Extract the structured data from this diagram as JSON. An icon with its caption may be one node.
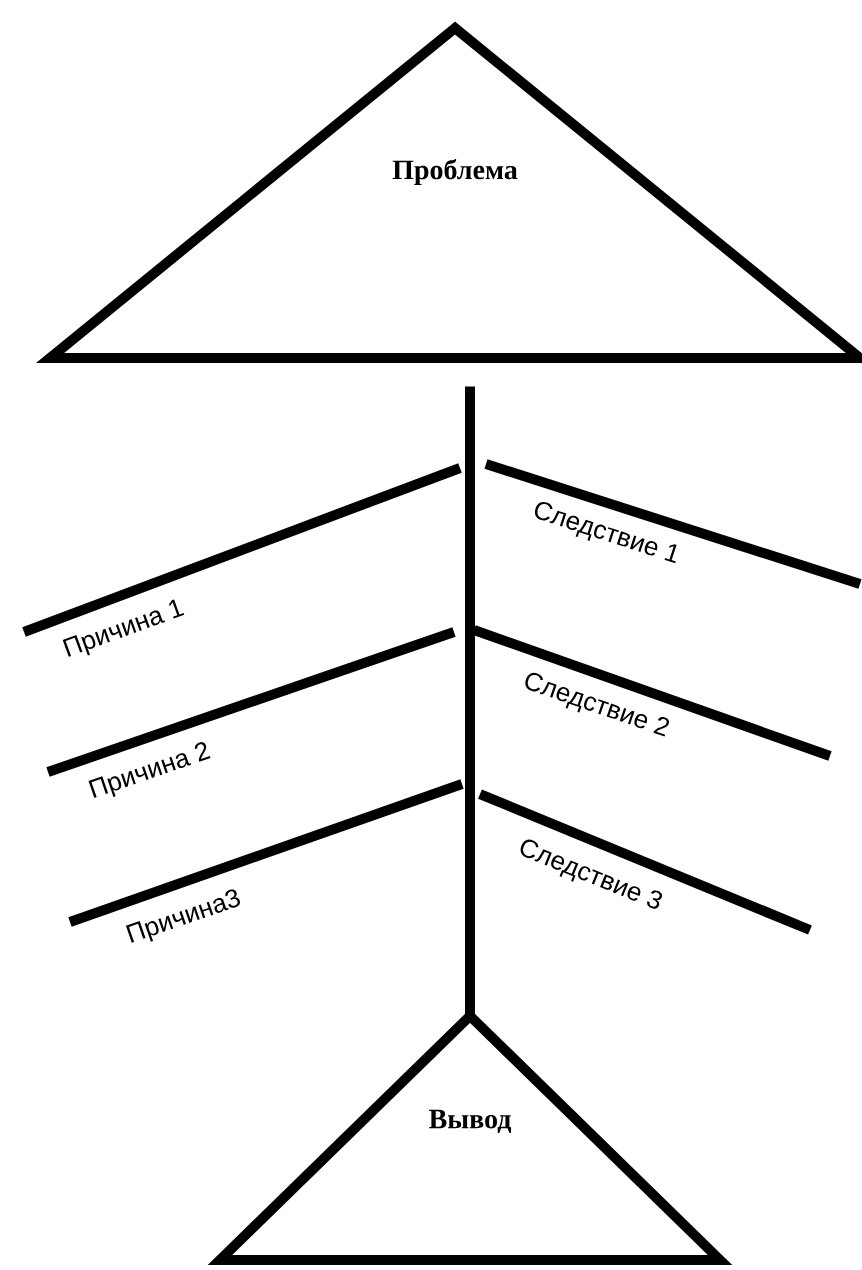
{
  "diagram": {
    "nodes": [
      {
        "text": [
          "Проблема"
        ]
      },
      {
        "text": [
          "Вывод"
        ]
      }
    ],
    "edges": [
      {
        "from": 0,
        "to": 1,
        "arrow": "none"
      }
    ],
    "labels": [
      "Причина 1",
      "Следствие 1",
      "Причина 2",
      "Следствие 2",
      "Причина3",
      "Следствие 3"
    ]
  }
}
